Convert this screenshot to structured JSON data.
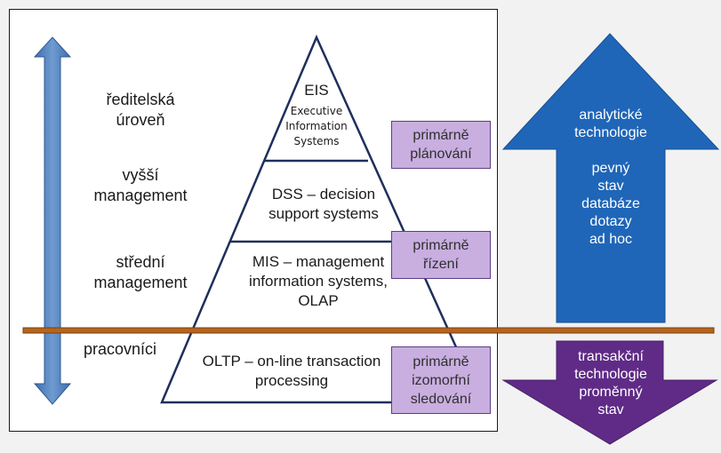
{
  "levels": {
    "top": [
      "ředitelská",
      "úroveň"
    ],
    "upper": [
      "vyšší",
      "management"
    ],
    "middle": [
      "střední",
      "management"
    ],
    "workers": "pracovníci"
  },
  "pyramid": {
    "eis": {
      "title": "EIS",
      "sub": [
        "Executive",
        "Information",
        "Systems"
      ]
    },
    "dss": [
      "DSS –  decision",
      "support systems"
    ],
    "mis": [
      "MIS – management",
      "information systems,",
      "OLAP"
    ],
    "oltp": [
      "OLTP – on-line transaction",
      "processing"
    ]
  },
  "boxes": {
    "planning": [
      "primárně",
      "plánování"
    ],
    "control": [
      "primárně",
      "řízení"
    ],
    "monitoring": [
      "primárně",
      "izomorfní",
      "sledování"
    ]
  },
  "arrows": {
    "analytic": [
      "analytické",
      "technologie",
      "",
      "pevný",
      "stav",
      "databáze",
      "dotazy",
      "ad hoc"
    ],
    "transactional": [
      "transakční",
      "technologie",
      "proměnný",
      "stav"
    ]
  },
  "colors": {
    "left_arrow": "#4a7ab8",
    "analytic_arrow": "#1f66b8",
    "transactional_arrow": "#5f2b86",
    "divider": "#b5651d",
    "box_fill": "#c9aee0",
    "pyramid_line": "#1f2f5c"
  }
}
